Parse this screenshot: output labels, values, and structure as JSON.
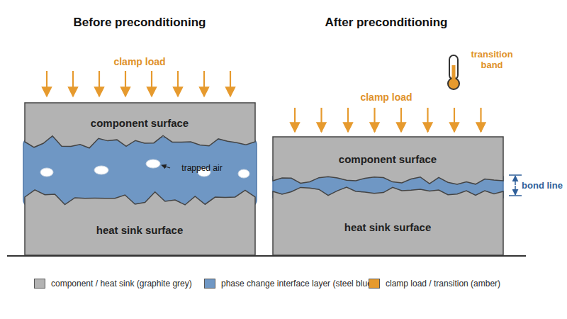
{
  "diagram": {
    "nodes": [
      {
        "text": [
          "component surface"
        ]
      },
      {
        "text": [
          "heat sink surface"
        ]
      },
      {
        "text": [
          "component surface"
        ]
      },
      {
        "text": [
          "heat sink surface"
        ]
      }
    ],
    "labels": [
      "Before preconditioning",
      "clamp load",
      "trapped air",
      "After preconditioning",
      "clamp load",
      "transition band",
      "bond line"
    ],
    "legend": [
      {
        "text": "component / heat sink (graphite grey)",
        "color": "#b3b3b3"
      },
      {
        "text": "phase change interface layer (steel blue)",
        "color": "#6f97c4"
      },
      {
        "text": "clamp load / transition (amber)",
        "color": "#e69a2e"
      }
    ]
  }
}
